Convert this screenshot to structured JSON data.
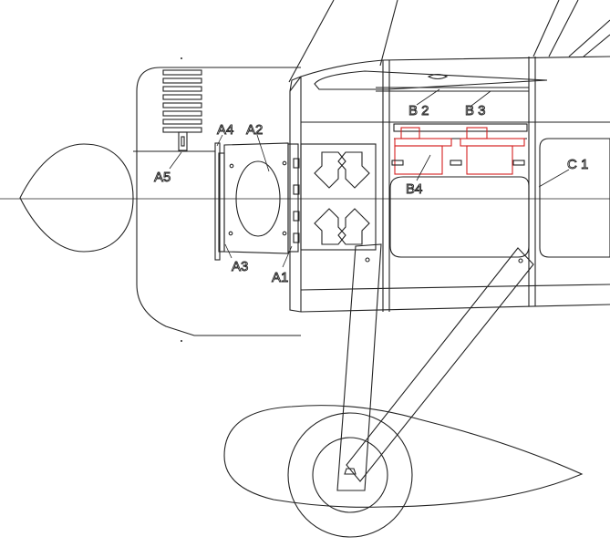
{
  "diagram": {
    "colors": {
      "line": "#222222",
      "highlight": "#d42020",
      "background": "#ffffff"
    },
    "labels": {
      "a1": "A1",
      "a2": "A2",
      "a3": "A3",
      "a4": "A4",
      "a5": "A5",
      "b2": "B 2",
      "b3": "B 3",
      "b4": "B4",
      "c1": "C 1"
    }
  }
}
